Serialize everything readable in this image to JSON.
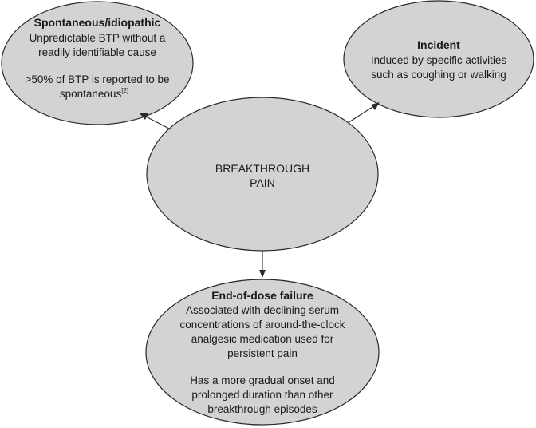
{
  "center": {
    "line1": "BREAKTHROUGH",
    "line2": "PAIN"
  },
  "spontaneous": {
    "title": "Spontaneous/idiopathic",
    "lines": [
      "Unpredictable BTP without a",
      "readily identifiable cause"
    ],
    "stat_line1": ">50% of BTP is reported to be",
    "stat_line2": "spontaneous",
    "stat_ref": "[2]"
  },
  "incident": {
    "title": "Incident",
    "lines": [
      "Induced by specific activities",
      "such as coughing or walking"
    ]
  },
  "end_of_dose": {
    "title": "End-of-dose failure",
    "lines": [
      "Associated with declining serum",
      "concentrations of around-the-clock",
      "analgesic medication used for",
      "persistent pain"
    ],
    "note_lines": [
      "Has a more gradual onset and",
      "prolonged duration than other",
      "breakthrough episodes"
    ]
  },
  "colors": {
    "node_fill": "#d3d3d3",
    "stroke": "#2a2a2a",
    "text": "#1a1a1a"
  }
}
